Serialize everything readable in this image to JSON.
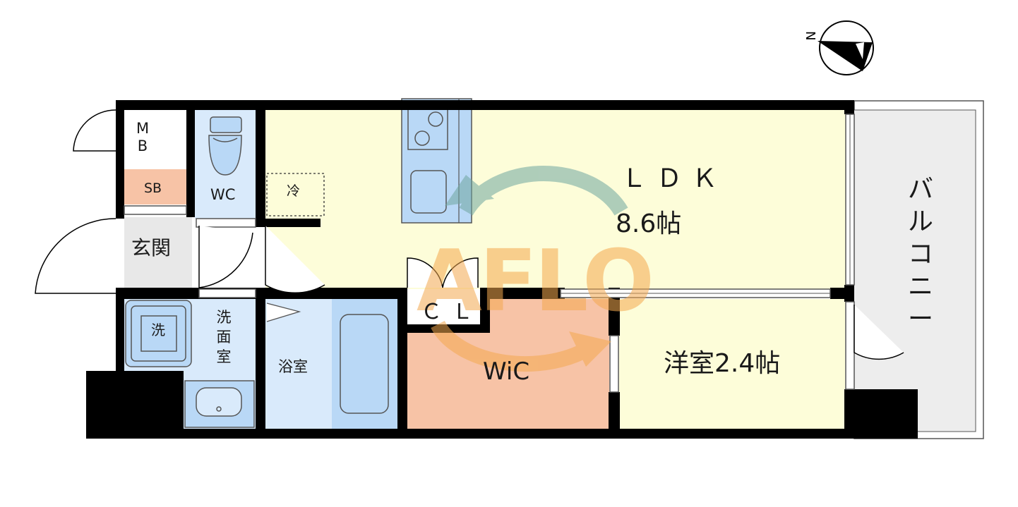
{
  "floor_plan": {
    "compass_label": "N",
    "watermark": "AFLO",
    "rooms": {
      "ldk_name": "ＬＤＫ",
      "ldk_size": "8.6帖",
      "meter_box": "M B",
      "shoe_box": "SB",
      "toilet": "WC",
      "refrigerator": "冷",
      "entrance": "玄関",
      "washer": "洗",
      "washroom": "洗 面 室",
      "bathroom": "浴室",
      "closet": "ＣＬ",
      "walk_in_closet": "WiC",
      "western_room": "洋室2.4帖",
      "balcony": "バ ル コ ニ ー"
    },
    "colors": {
      "ldk": "#fdfdd9",
      "western_room": "#fdfdd9",
      "wet_area": "#d9eafb",
      "fixture": "#b9d8f6",
      "wic": "#f7c3a6",
      "shoe_box": "#f7c3a6",
      "entrance": "#e8e8e8",
      "balcony": "#ededed",
      "wall": "#000000",
      "watermark_orange": "#f4a94f",
      "watermark_teal": "#6fa6a0"
    }
  }
}
